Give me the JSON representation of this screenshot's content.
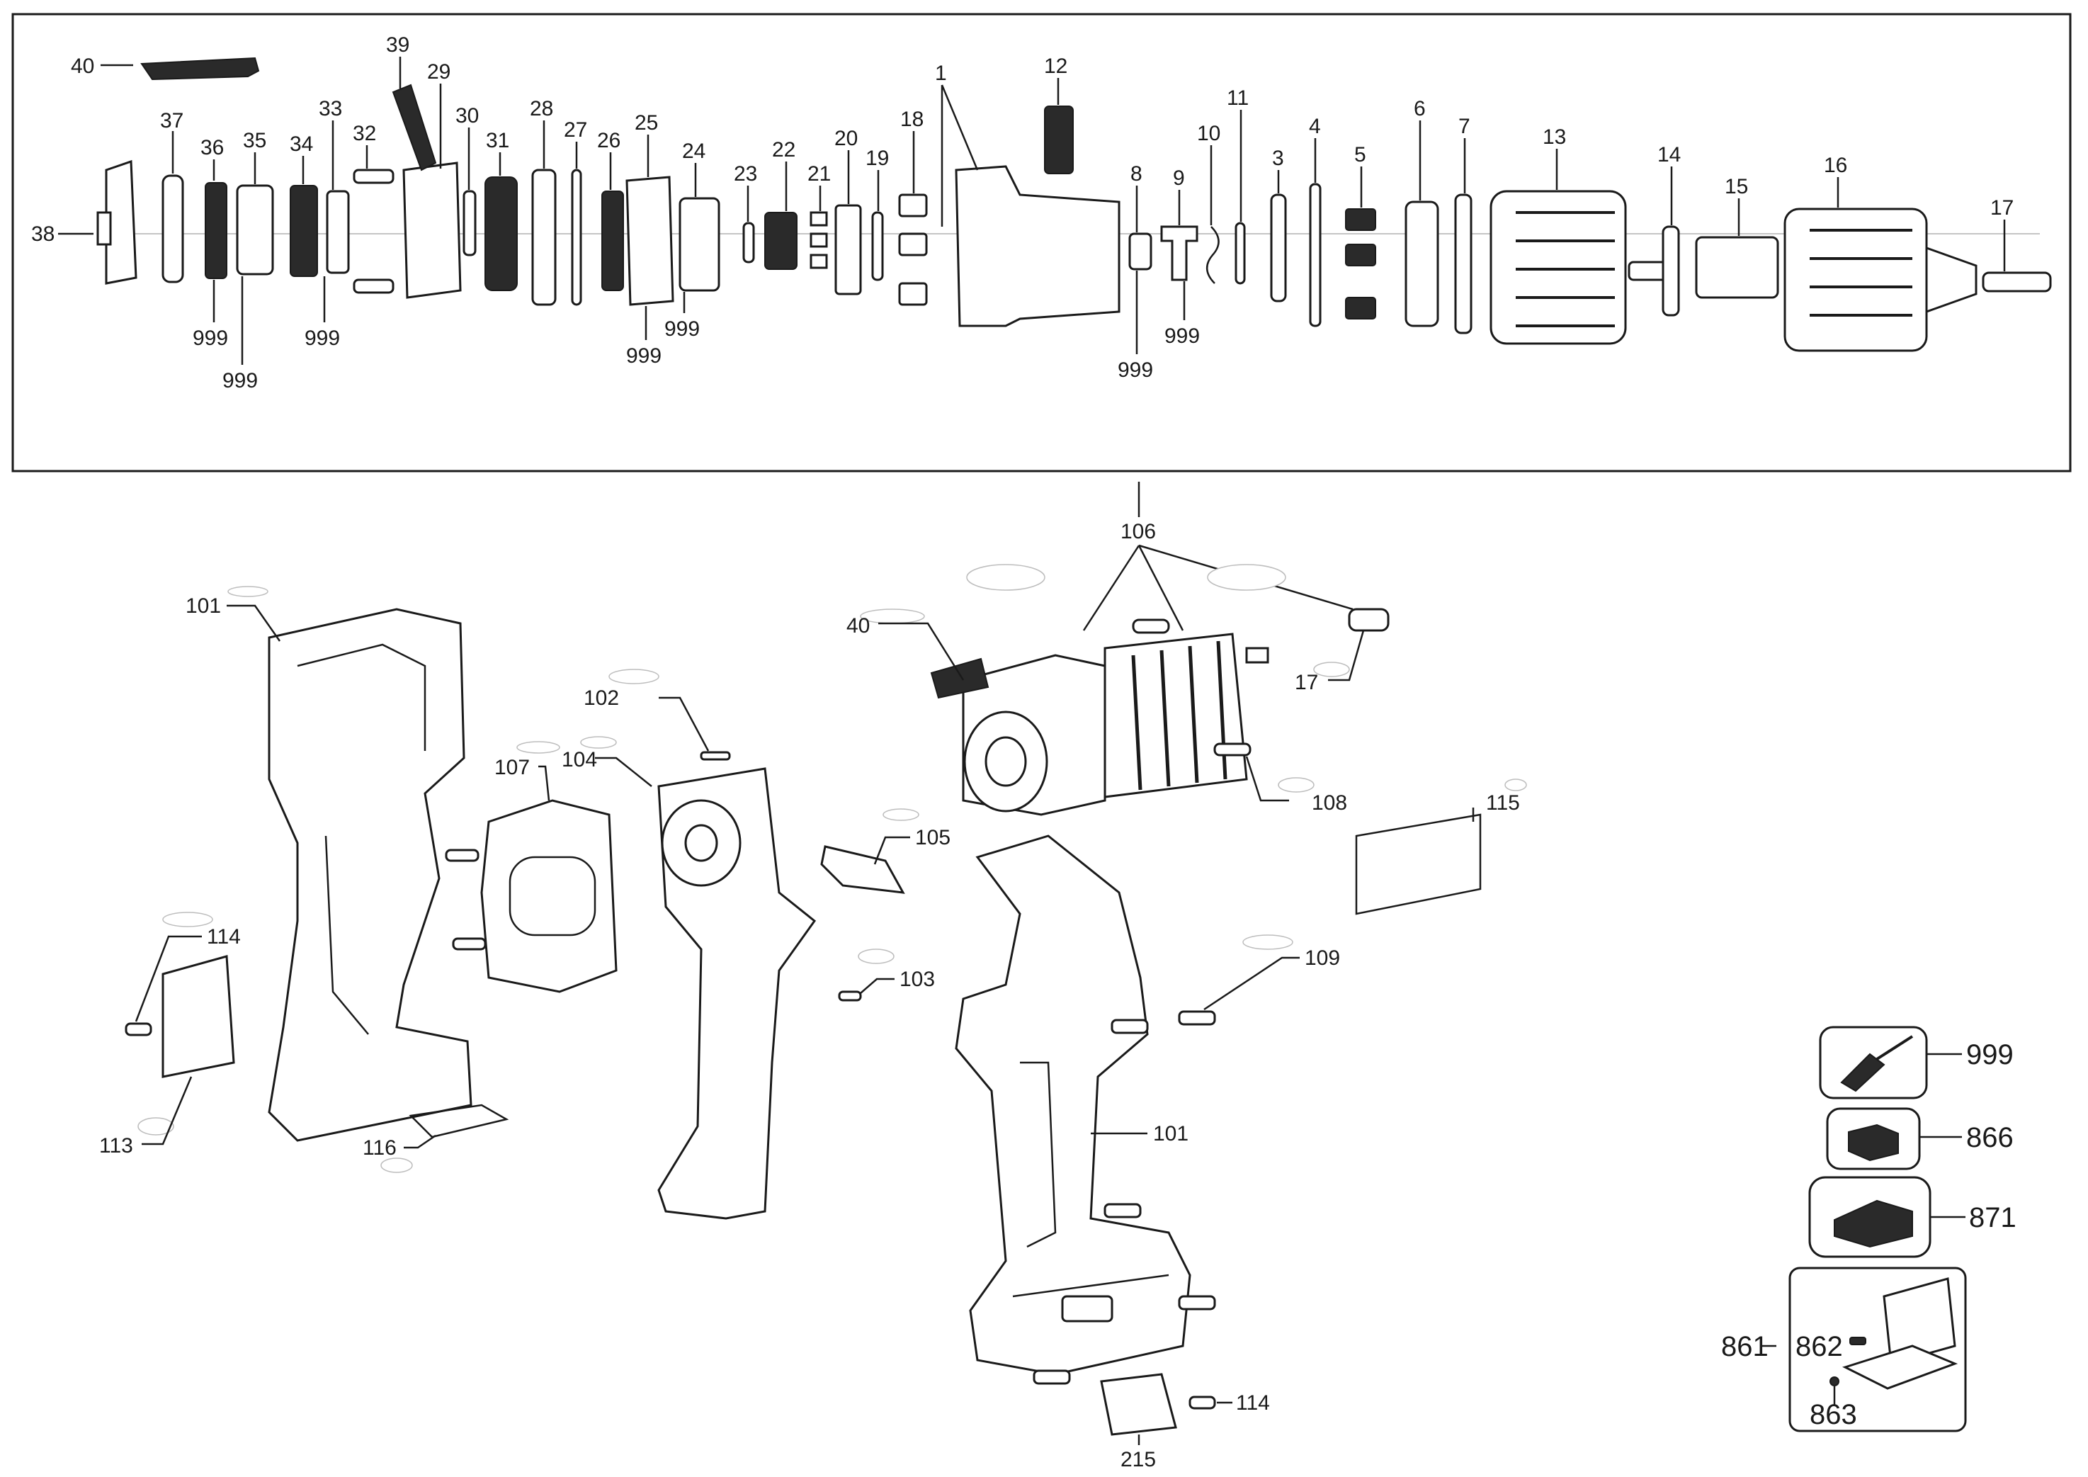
{
  "gearbox_labels": {
    "l1": "1",
    "l3": "3",
    "l4": "4",
    "l5": "5",
    "l6": "6",
    "l7": "7",
    "l8": "8",
    "l9": "9",
    "l10": "10",
    "l11": "11",
    "l12": "12",
    "l13": "13",
    "l14": "14",
    "l15": "15",
    "l16": "16",
    "l17": "17",
    "l18": "18",
    "l19": "19",
    "l20": "20",
    "l21": "21",
    "l22": "22",
    "l23": "23",
    "l24": "24",
    "l25": "25",
    "l26": "26",
    "l27": "27",
    "l28": "28",
    "l29": "29",
    "l30": "30",
    "l31": "31",
    "l32": "32",
    "l33": "33",
    "l34": "34",
    "l35": "35",
    "l36": "36",
    "l37": "37",
    "l38": "38",
    "l39": "39",
    "l40": "40",
    "l999_a": "999",
    "l999_b": "999",
    "l999_c": "999",
    "l999_d": "999",
    "l999_e": "999",
    "l999_f": "999",
    "l999_g": "999"
  },
  "housing_labels": {
    "l106": "106",
    "l101_left": "101",
    "l101_right": "101",
    "l40": "40",
    "l17": "17",
    "l102": "102",
    "l107": "107",
    "l104": "104",
    "l108": "108",
    "l115": "115",
    "l105": "105",
    "l114_left": "114",
    "l114_bottom": "114",
    "l103": "103",
    "l109": "109",
    "l113": "113",
    "l116": "116",
    "l215": "215"
  },
  "accessory_labels": {
    "l999": "999",
    "l866": "866",
    "l871": "871",
    "l861": "861",
    "l862": "862",
    "l863": "863"
  },
  "icons": [
    "flat-head-screwdriver-icon",
    "battery-pack-icon",
    "charger-icon",
    "kit-box-icon"
  ],
  "colors": {
    "line": "#1a1a1a",
    "fill": "#ffffff",
    "dark": "#2a2a2a"
  }
}
